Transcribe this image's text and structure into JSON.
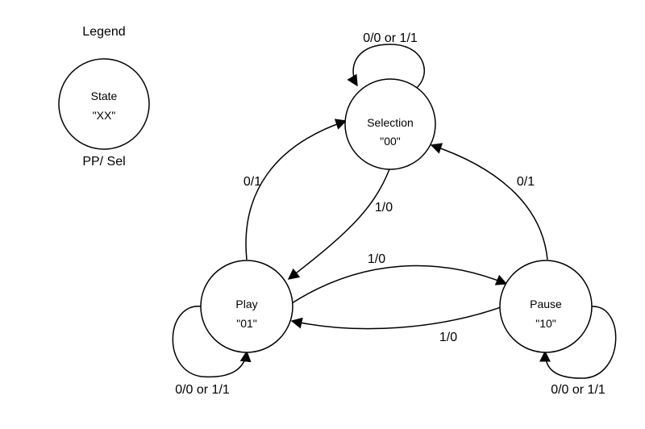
{
  "legend": {
    "title": "Legend",
    "state_label": "State",
    "state_code": "\"XX\"",
    "io_label": "PP/ Sel"
  },
  "states": {
    "selection": {
      "name": "Selection",
      "code": "\"00\""
    },
    "play": {
      "name": "Play",
      "code": "\"01\""
    },
    "pause": {
      "name": "Pause",
      "code": "\"10\""
    }
  },
  "transitions": {
    "selection_self": "0/0 or 1/1",
    "play_to_selection": "0/1",
    "selection_to_play": "1/0",
    "pause_to_selection": "0/1",
    "play_to_pause": "1/0",
    "pause_to_play": "1/0",
    "play_self": "0/0 or 1/1",
    "pause_self": "0/0 or 1/1"
  },
  "colors": {
    "stroke": "#000000",
    "background": "#ffffff"
  }
}
